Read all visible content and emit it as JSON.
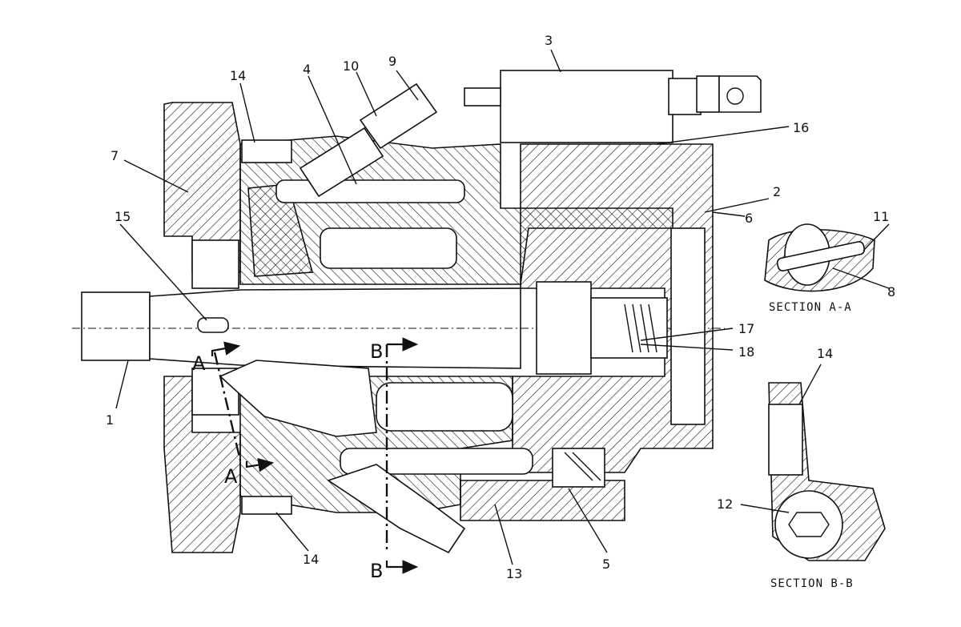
{
  "callouts": [
    {
      "id": "c1",
      "label": "1"
    },
    {
      "id": "c2",
      "label": "2"
    },
    {
      "id": "c3",
      "label": "3"
    },
    {
      "id": "c4",
      "label": "4"
    },
    {
      "id": "c5",
      "label": "5"
    },
    {
      "id": "c6",
      "label": "6"
    },
    {
      "id": "c7",
      "label": "7"
    },
    {
      "id": "c8",
      "label": "8"
    },
    {
      "id": "c9",
      "label": "9"
    },
    {
      "id": "c10",
      "label": "10"
    },
    {
      "id": "c11",
      "label": "11"
    },
    {
      "id": "c12",
      "label": "12"
    },
    {
      "id": "c13",
      "label": "13"
    },
    {
      "id": "c14a",
      "label": "14"
    },
    {
      "id": "c14b",
      "label": "14"
    },
    {
      "id": "c14c",
      "label": "14"
    },
    {
      "id": "c15",
      "label": "15"
    },
    {
      "id": "c16",
      "label": "16"
    },
    {
      "id": "c17",
      "label": "17"
    },
    {
      "id": "c18",
      "label": "18"
    }
  ],
  "section_markers": {
    "a_upper": "A",
    "a_lower": "A",
    "b_upper": "B",
    "b_lower": "B"
  },
  "sections": {
    "aa_title": "SECTION A-A",
    "bb_title": "SECTION B-B"
  }
}
